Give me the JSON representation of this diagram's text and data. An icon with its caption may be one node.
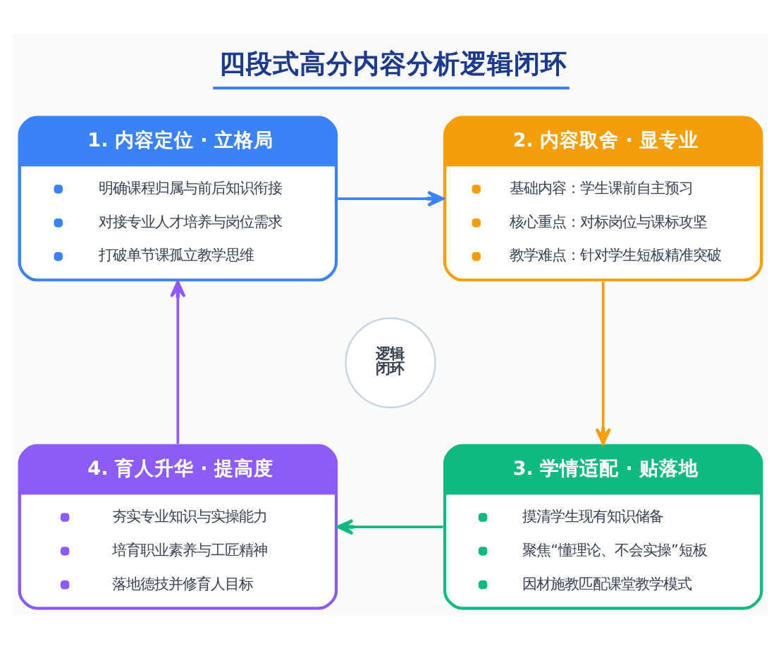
{
  "diagram": {
    "title": "四段式高分内容分析逻辑闭环",
    "nodes": [
      {
        "text": [
          "1. 内容定位 · 立格局",
          "明确课程归属与前后知识衔接",
          "对接专业人才培养与岗位需求",
          "打破单节课孤立教学思维"
        ]
      },
      {
        "text": [
          "2. 内容取舍 · 显专业",
          "基础内容：学生课前自主预习",
          "核心重点：对标岗位与课标攻坚",
          "教学难点：针对学生短板精准突破"
        ]
      },
      {
        "text": [
          "3. 学情适配 · 贴落地",
          "摸清学生现有知识储备",
          "聚焦“懂理论、不会实操”短板",
          "因材施教匹配课堂教学模式"
        ]
      },
      {
        "text": [
          "4. 育人升华 · 提高度",
          "夯实专业知识与实操能力",
          "培育职业素养与工匠精神",
          "落地德技并修育人目标"
        ]
      },
      {
        "text": [
          "逻辑闭环"
        ]
      }
    ],
    "edges": [
      {
        "from": 0,
        "to": 1,
        "arrow": "to",
        "color": "#3b82f6"
      },
      {
        "from": 1,
        "to": 2,
        "arrow": "to",
        "color": "#f59e0b"
      },
      {
        "from": 2,
        "to": 3,
        "arrow": "to",
        "color": "#10b981"
      },
      {
        "from": 3,
        "to": 0,
        "arrow": "to",
        "color": "#8b5cf6"
      }
    ]
  }
}
